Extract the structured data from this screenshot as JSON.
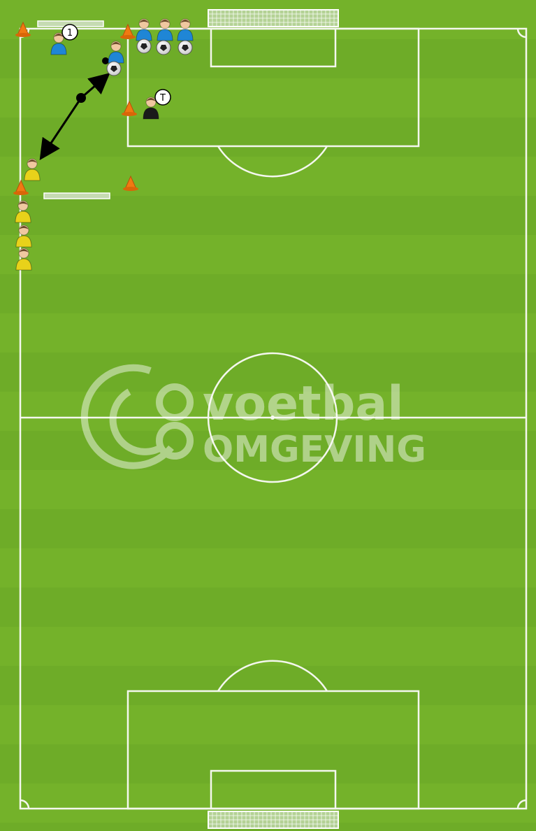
{
  "diagram": {
    "title": "",
    "watermark": {
      "line1": "voetbal",
      "line2": "OMGEVING"
    },
    "labels": {
      "player_one": "1",
      "trainer": "T"
    },
    "colors": {
      "grass_light": "#7cb82f",
      "grass_dark": "#6aa826",
      "lines": "#f4f7ee",
      "team_blue": "#1f86d6",
      "team_yellow": "#e8d21a",
      "keeper_black": "#1a1a1a",
      "cone_orange": "#f07a12",
      "arrow": "#000000"
    },
    "icons": [
      "player-icon",
      "ball-icon",
      "cone-icon",
      "goal-icon",
      "pass-arrow-icon"
    ]
  }
}
